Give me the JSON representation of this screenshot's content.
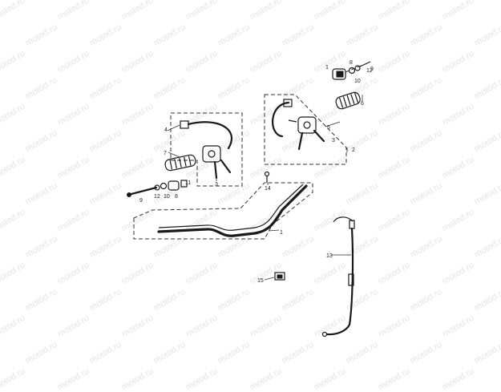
{
  "watermark_text": "motod.ru",
  "callouts": {
    "c1_top": "1",
    "c8_top": "8",
    "c12_top": "12",
    "c10_top": "10",
    "c9_top": "9",
    "c6": "6",
    "c5": "5",
    "c3_right": "3",
    "c2": "2",
    "c14": "14",
    "c4": "4",
    "c7": "7",
    "c3_left": "3",
    "c11": "11",
    "c9_left": "9",
    "c12_left": "12",
    "c10_left": "10",
    "c8_left": "8",
    "c1_bar": "1",
    "c13": "13",
    "c15": "15"
  }
}
